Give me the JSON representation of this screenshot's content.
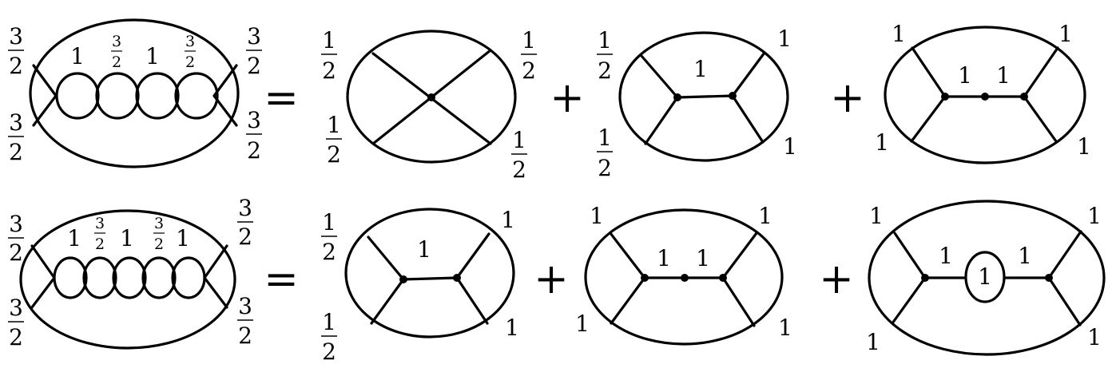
{
  "operators": {
    "equals": "=",
    "plus": "+"
  },
  "fractions": {
    "three": "3",
    "one": "1",
    "two": "2"
  },
  "labels": {
    "one": "1"
  },
  "equations": [
    {
      "lhs": {
        "external_legs": [
          "3/2",
          "3/2",
          "3/2",
          "3/2"
        ],
        "chain_labels": [
          "1",
          "3/2",
          "1",
          "3/2"
        ]
      },
      "rhs": [
        {
          "external_legs": [
            "1/2",
            "1/2",
            "1/2",
            "1/2"
          ],
          "internal_labels": []
        },
        {
          "external_legs": [
            "1/2",
            "1",
            "1/2",
            "1"
          ],
          "internal_labels": [
            "1"
          ]
        },
        {
          "external_legs": [
            "1",
            "1",
            "1",
            "1"
          ],
          "internal_labels": [
            "1",
            "1"
          ]
        }
      ]
    },
    {
      "lhs": {
        "external_legs": [
          "3/2",
          "3/2",
          "3/2",
          "3/2"
        ],
        "chain_labels": [
          "1",
          "3/2",
          "1",
          "3/2",
          "1"
        ]
      },
      "rhs": [
        {
          "external_legs": [
            "1/2",
            "1",
            "1/2",
            "1"
          ],
          "internal_labels": [
            "1"
          ]
        },
        {
          "external_legs": [
            "1",
            "1",
            "1",
            "1"
          ],
          "internal_labels": [
            "1",
            "1"
          ]
        },
        {
          "external_legs": [
            "1",
            "1",
            "1",
            "1"
          ],
          "internal_labels": [
            "1",
            "1",
            "1"
          ]
        }
      ]
    }
  ]
}
